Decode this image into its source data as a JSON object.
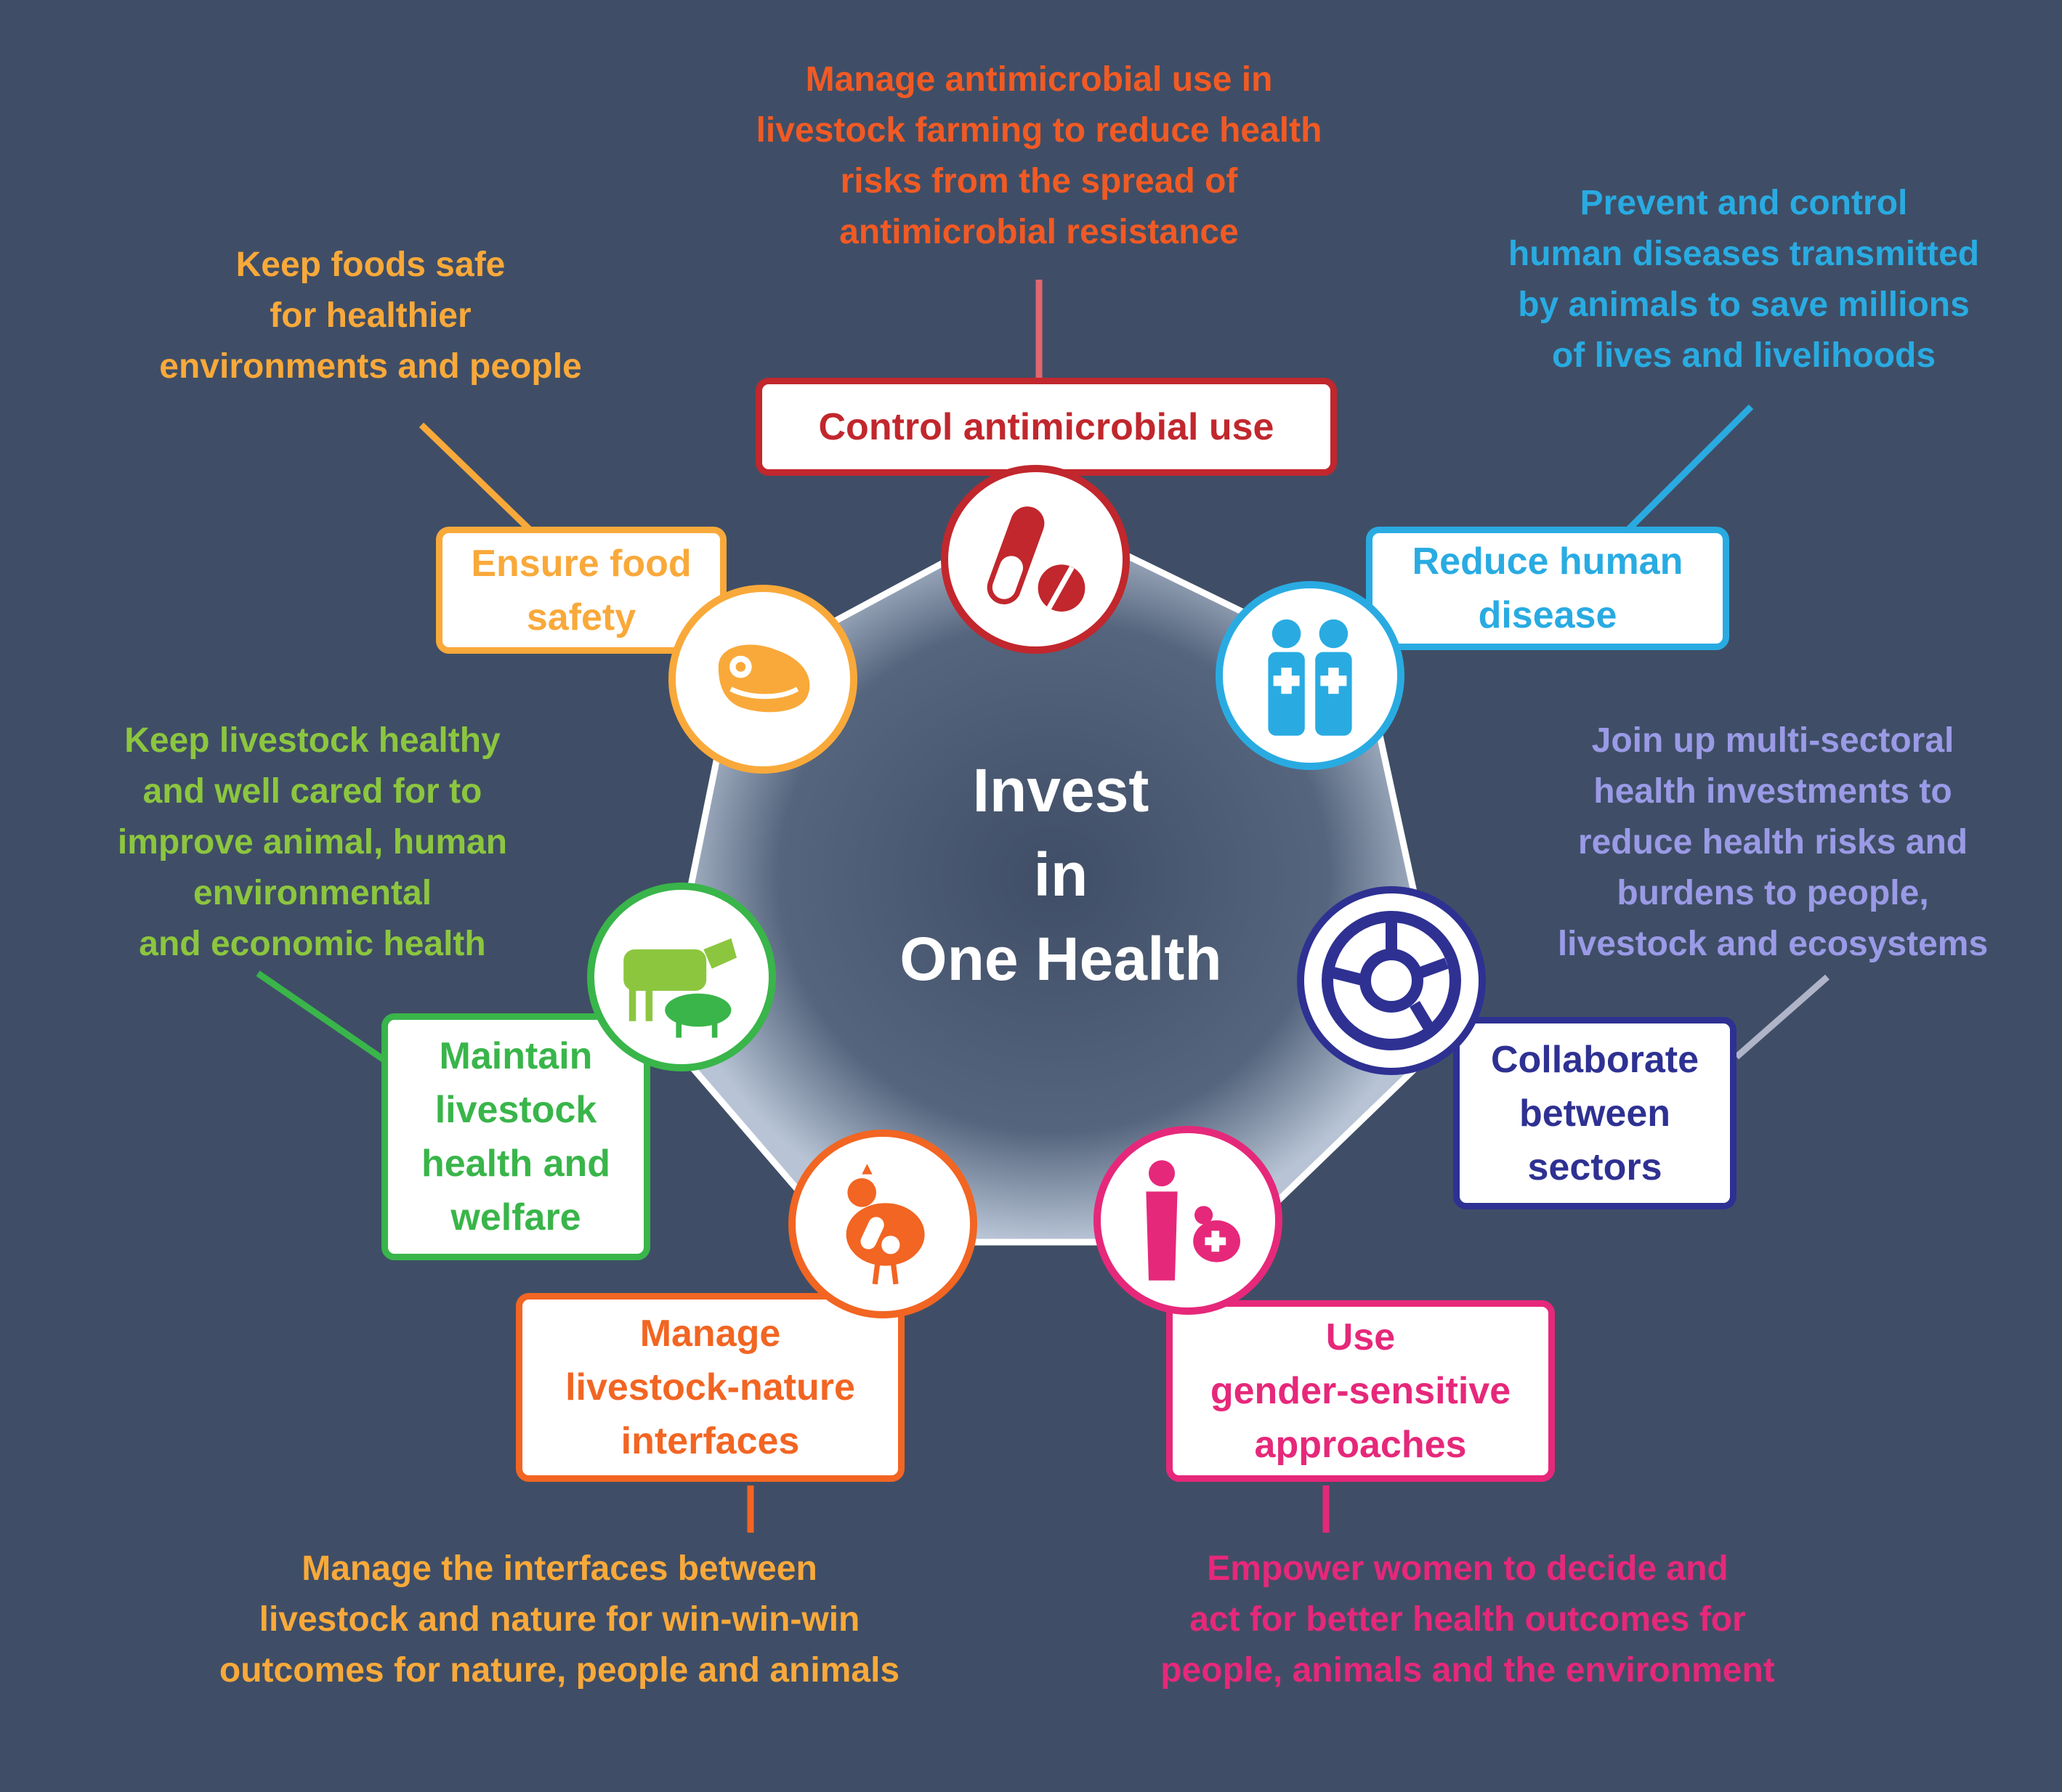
{
  "center": {
    "line1": "Invest",
    "line2": "in",
    "line3": "One Health"
  },
  "colors": {
    "background": "#3f4e66",
    "red": "#c1272d",
    "orange": "#f15a24",
    "yellow": "#f9a93a",
    "blue": "#29abe2",
    "navy": "#2e3192",
    "lavender": "#9a9ae6",
    "magenta": "#e6287a",
    "green": "#39b54a",
    "lightgreen": "#8cc63f",
    "deep_orange": "#f26522"
  },
  "nodes": [
    {
      "label": "Control antimicrobial use",
      "icon": "pills-icon",
      "desc": [
        "Manage antimicrobial use in",
        "livestock farming to reduce health",
        "risks from the spread of",
        "antimicrobial resistance"
      ]
    },
    {
      "label_lines": [
        "Reduce human",
        "disease"
      ],
      "icon": "medical-people-icon",
      "desc": [
        "Prevent and control",
        "human diseases transmitted",
        "by animals to save millions",
        "of lives and livelihoods"
      ]
    },
    {
      "label_lines": [
        "Collaborate",
        "between",
        "sectors"
      ],
      "icon": "segmented-ring-icon",
      "desc": [
        "Join up multi-sectoral",
        "health investments to",
        "reduce health risks and",
        "burdens to people,",
        "livestock and ecosystems"
      ]
    },
    {
      "label_lines": [
        "Use",
        "gender-sensitive",
        "approaches"
      ],
      "icon": "woman-and-chicken-icon",
      "desc": [
        "Empower women to decide and",
        "act for better health outcomes for",
        "people, animals and the environment"
      ]
    },
    {
      "label_lines": [
        "Manage",
        "livestock-nature",
        "interfaces"
      ],
      "icon": "chicken-pills-icon",
      "desc": [
        "Manage the interfaces between",
        "livestock and nature for win-win-win",
        "outcomes for nature, people and animals"
      ]
    },
    {
      "label_lines": [
        "Maintain",
        "livestock",
        "health and",
        "welfare"
      ],
      "icon": "cow-and-pig-icon",
      "desc": [
        "Keep livestock healthy",
        "and well cared for to",
        "improve animal, human",
        "environmental",
        "and economic health"
      ]
    },
    {
      "label_lines": [
        "Ensure food",
        "safety"
      ],
      "icon": "meat-steak-icon",
      "desc": [
        "Keep foods safe",
        "for healthier",
        "environments and people"
      ]
    }
  ]
}
